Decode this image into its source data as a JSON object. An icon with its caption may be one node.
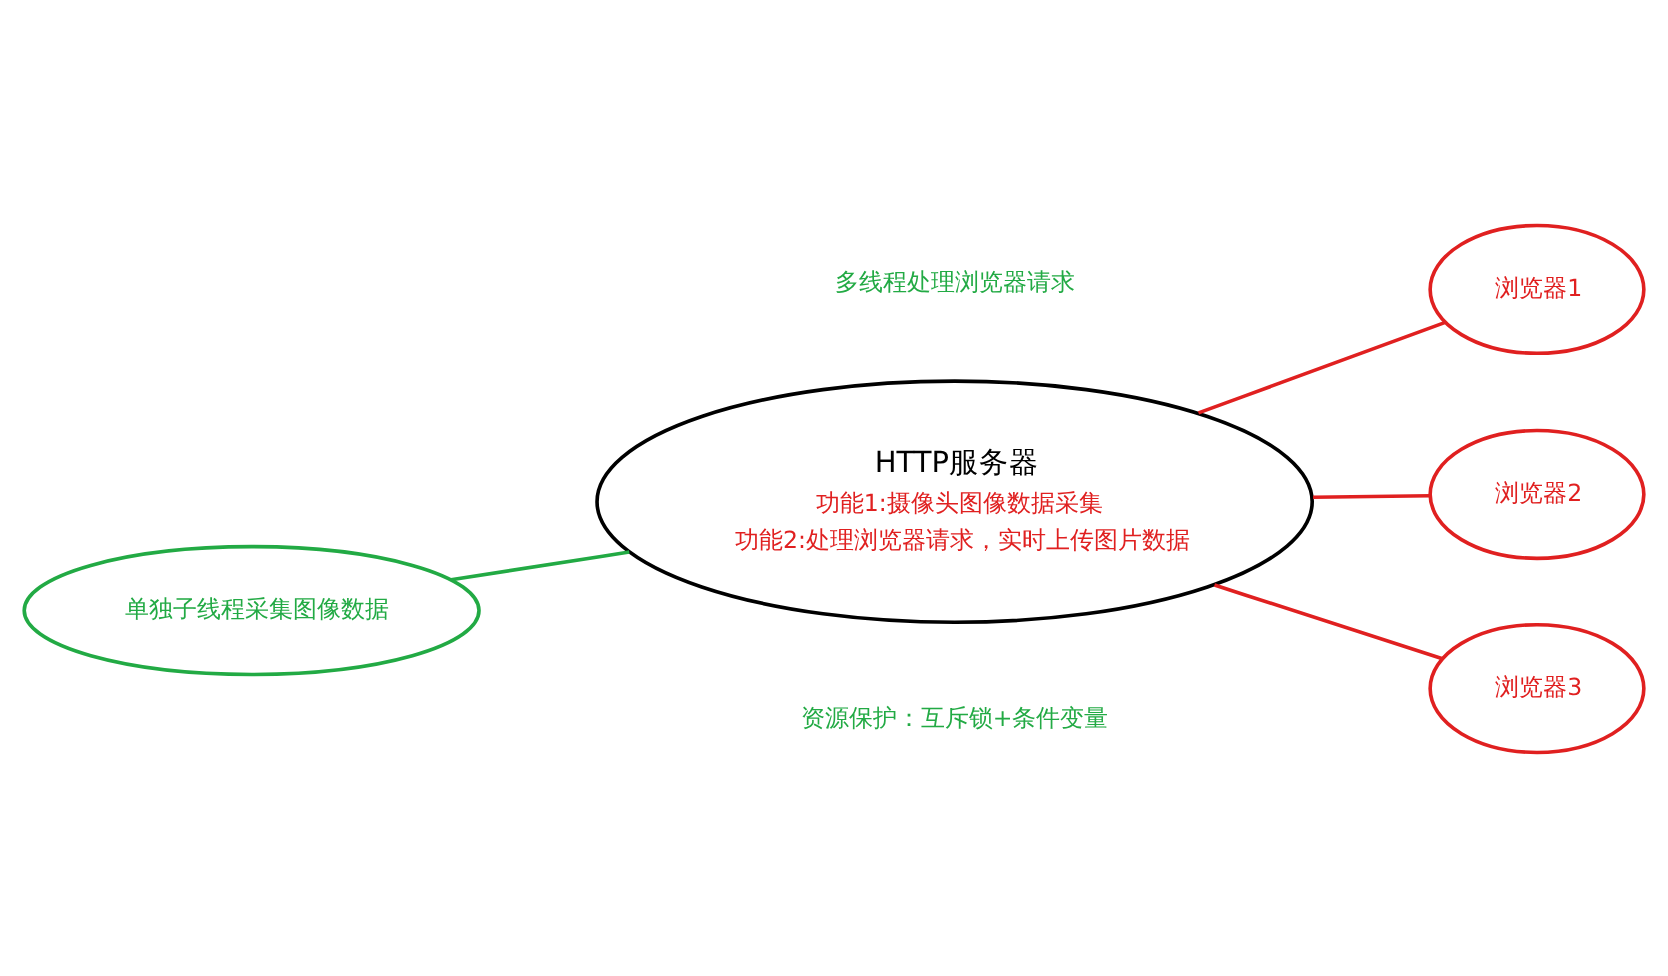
{
  "diagram": {
    "nodes": [
      {
        "text": [
          "HTTP服务器",
          "功能1:摄像头图像数据采集",
          "功能2:处理浏览器请求，实时上传图片数据"
        ]
      },
      {
        "text": [
          "单独子线程采集图像数据"
        ]
      },
      {
        "text": [
          "浏览器1"
        ]
      },
      {
        "text": [
          "浏览器2"
        ]
      },
      {
        "text": [
          "浏览器3"
        ]
      }
    ],
    "edges": [
      {
        "from": 1,
        "to": 0,
        "arrow": "none",
        "color": "#22aa44"
      },
      {
        "from": 0,
        "to": 2,
        "arrow": "none"
      },
      {
        "from": 0,
        "to": 3,
        "arrow": "none"
      },
      {
        "from": 0,
        "to": 4,
        "arrow": "none"
      }
    ],
    "labels": [
      "多线程处理浏览器请求",
      "资源保护：互斥锁+条件变量"
    ]
  }
}
